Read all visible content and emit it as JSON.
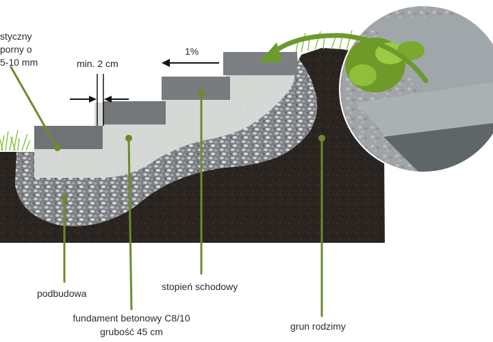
{
  "labels": {
    "left_top_line1": "styczny",
    "left_top_line2": "porny o",
    "left_top_line3": "5-10 mm",
    "gap": "min. 2 cm",
    "slope": "1%",
    "subbase": "podbudowa",
    "foundation_line1": "fundament betonowy C8/10",
    "foundation_line2": "grubość 45 cm",
    "step": "stopień schodowy",
    "native_soil": "grun rodzimy"
  },
  "colors": {
    "soil": "#2a2420",
    "soil_dark": "#1d1916",
    "gravel": "#8f9296",
    "concrete": "#d7d9d7",
    "step_top": "#6f7274",
    "leader": "#6b8a2a",
    "arrow_green": "#6c9a2c",
    "grass": "#7fc23a"
  },
  "icons": {
    "gap_arrows": "arrow-right-left-icon",
    "slope_arrow": "arrow-left-icon",
    "curved_arrow": "curved-arrow-icon"
  }
}
